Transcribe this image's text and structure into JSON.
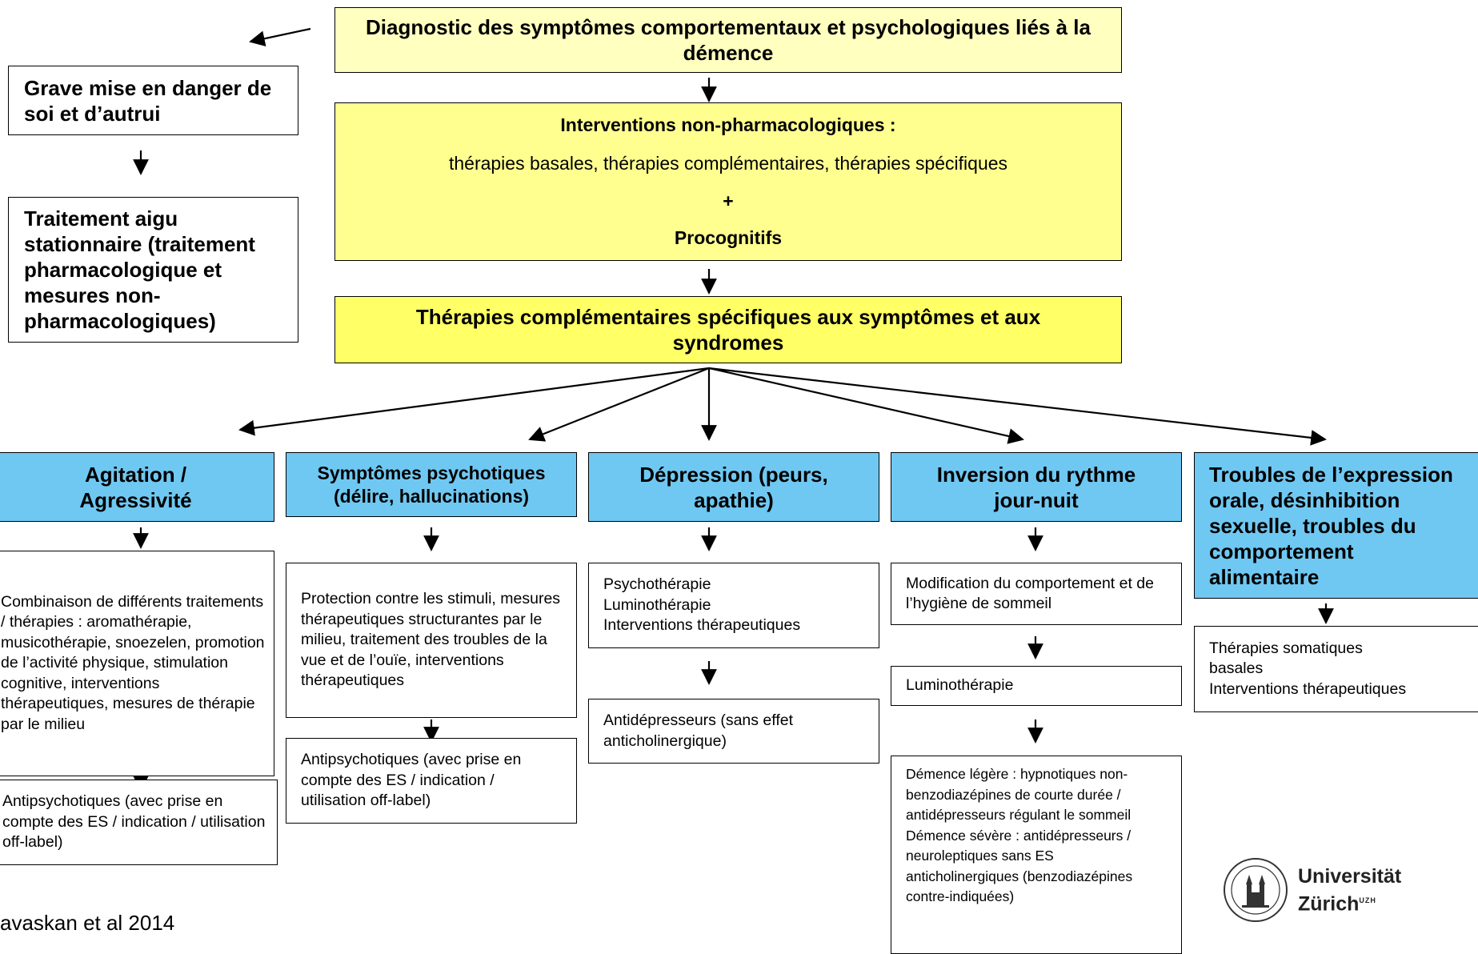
{
  "top": {
    "diagnosis": "Diagnostic des symptômes comportementaux et psychologiques liés à la démence",
    "nonpharma": {
      "title": "Interventions non-pharmacologiques :",
      "therapies": "thérapies basales, thérapies complémentaires, thérapies spécifiques",
      "plus": "+",
      "procognitifs": "Procognitifs"
    },
    "complementary": "Thérapies complémentaires spécifiques aux symptômes et aux syndromes"
  },
  "left": {
    "danger": "Grave mise en danger de soi et d’autrui",
    "acute": "Traitement aigu stationnaire (traitement pharmacologique et mesures non-pharmacologiques)"
  },
  "columns": [
    {
      "header": "Agitation / Agressivité",
      "boxes": [
        "Combinaison de différents traitements / thérapies : aromathérapie, musicothérapie, snoezelen, promotion de l’activité physique, stimulation cognitive, interventions thérapeutiques, mesures de thérapie par le milieu",
        "Antipsychotiques (avec prise en compte des ES / indication / utilisation off-label)"
      ]
    },
    {
      "header": "Symptômes psychotiques (délire, hallucinations)",
      "boxes": [
        "Protection contre les stimuli, mesures thérapeutiques structurantes par le milieu, traitement des troubles de la vue et de l’ouïe, interventions thérapeutiques",
        "Antipsychotiques (avec prise en compte des ES / indication / utilisation off-label)"
      ]
    },
    {
      "header": "Dépression (peurs, apathie)",
      "boxes": [
        [
          "Psychothérapie",
          "Luminothérapie",
          "Interventions thérapeutiques"
        ],
        "Antidépresseurs (sans effet anticholinergique)"
      ]
    },
    {
      "header": "Inversion du rythme jour-nuit",
      "boxes": [
        "Modification du comportement et de l’hygiène de sommeil",
        "Luminothérapie",
        [
          "Démence légère : hypnotiques non-benzodiazépines de courte durée / antidépresseurs régulant le sommeil",
          "Démence sévère : antidépresseurs / neuroleptiques sans ES anticholinergiques (benzodiazépines contre-indiquées)"
        ]
      ]
    },
    {
      "header": "Troubles de l’expression orale, désinhibition sexuelle, troubles du comportement alimentaire",
      "boxes": [
        [
          "Thérapies somatiques basales",
          "Interventions thérapeutiques"
        ]
      ]
    }
  ],
  "reference": "avaskan et al 2014",
  "logo": {
    "line1": "Universität",
    "line2": "Zürich",
    "sup": "UZH"
  },
  "colors": {
    "pale_yellow": "#ffffc0",
    "yellow": "#ffff90",
    "bright_yellow": "#ffff66",
    "blue": "#6fc8f2"
  }
}
